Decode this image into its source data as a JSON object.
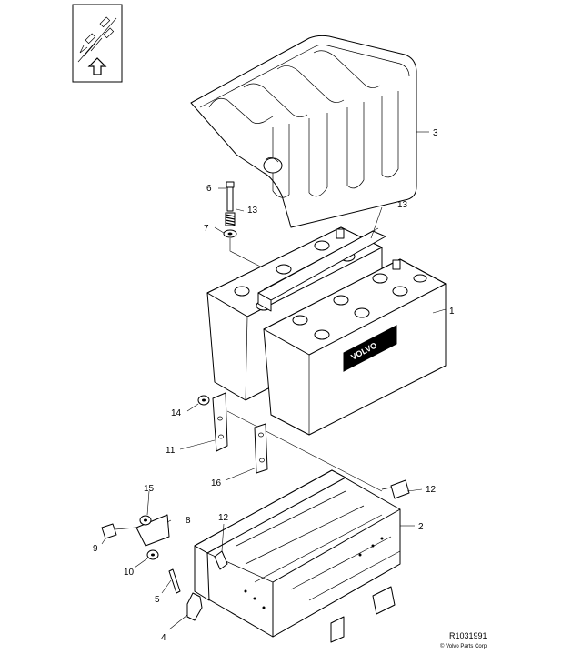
{
  "diagram": {
    "callouts": [
      {
        "id": "c1",
        "label": "1"
      },
      {
        "id": "c2",
        "label": "2"
      },
      {
        "id": "c3",
        "label": "3"
      },
      {
        "id": "c4",
        "label": "4"
      },
      {
        "id": "c5",
        "label": "5"
      },
      {
        "id": "c6",
        "label": "6"
      },
      {
        "id": "c7",
        "label": "7"
      },
      {
        "id": "c8",
        "label": "8"
      },
      {
        "id": "c9",
        "label": "9"
      },
      {
        "id": "c10",
        "label": "10"
      },
      {
        "id": "c11",
        "label": "11"
      },
      {
        "id": "c12a",
        "label": "12"
      },
      {
        "id": "c12b",
        "label": "12"
      },
      {
        "id": "c13a",
        "label": "13"
      },
      {
        "id": "c13b",
        "label": "13"
      },
      {
        "id": "c14",
        "label": "14"
      },
      {
        "id": "c15",
        "label": "15"
      },
      {
        "id": "c16",
        "label": "16"
      }
    ],
    "battery_label": "VOLVO",
    "reference": "R1031991",
    "copyright": "© Volvo Parts Corp"
  }
}
